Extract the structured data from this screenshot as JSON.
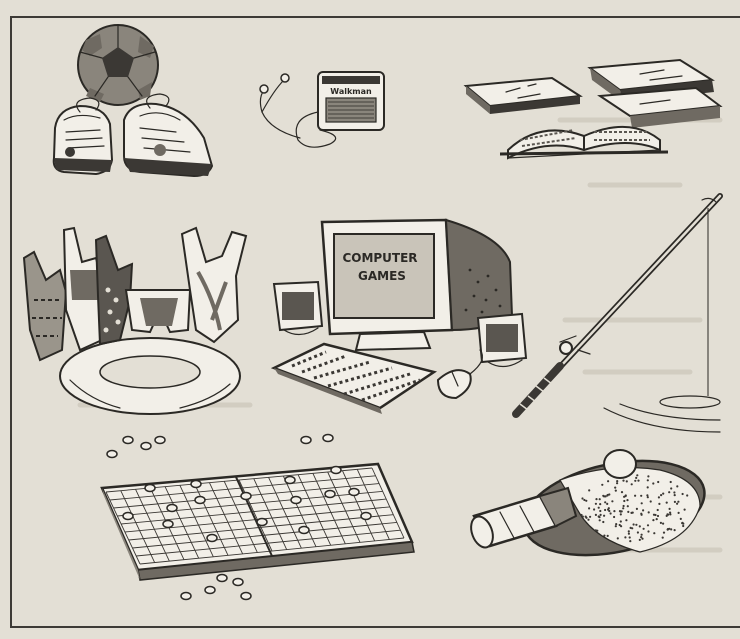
{
  "illustration": {
    "walkman_brand": "Walkman",
    "computer_screen_line1": "COMPUTER",
    "computer_screen_line2": "GAMES"
  },
  "items": [
    {
      "name": "football-and-sneakers",
      "icon": "soccer-ball-and-shoes-icon"
    },
    {
      "name": "walkman",
      "icon": "walkman-icon"
    },
    {
      "name": "books",
      "icon": "books-icon"
    },
    {
      "name": "swimsuits-and-ring",
      "icon": "swimwear-icon"
    },
    {
      "name": "computer-games",
      "icon": "computer-icon"
    },
    {
      "name": "fishing-rod",
      "icon": "fishing-rod-icon"
    },
    {
      "name": "board-game",
      "icon": "board-game-icon"
    },
    {
      "name": "table-tennis",
      "icon": "ping-pong-paddle-icon"
    }
  ]
}
